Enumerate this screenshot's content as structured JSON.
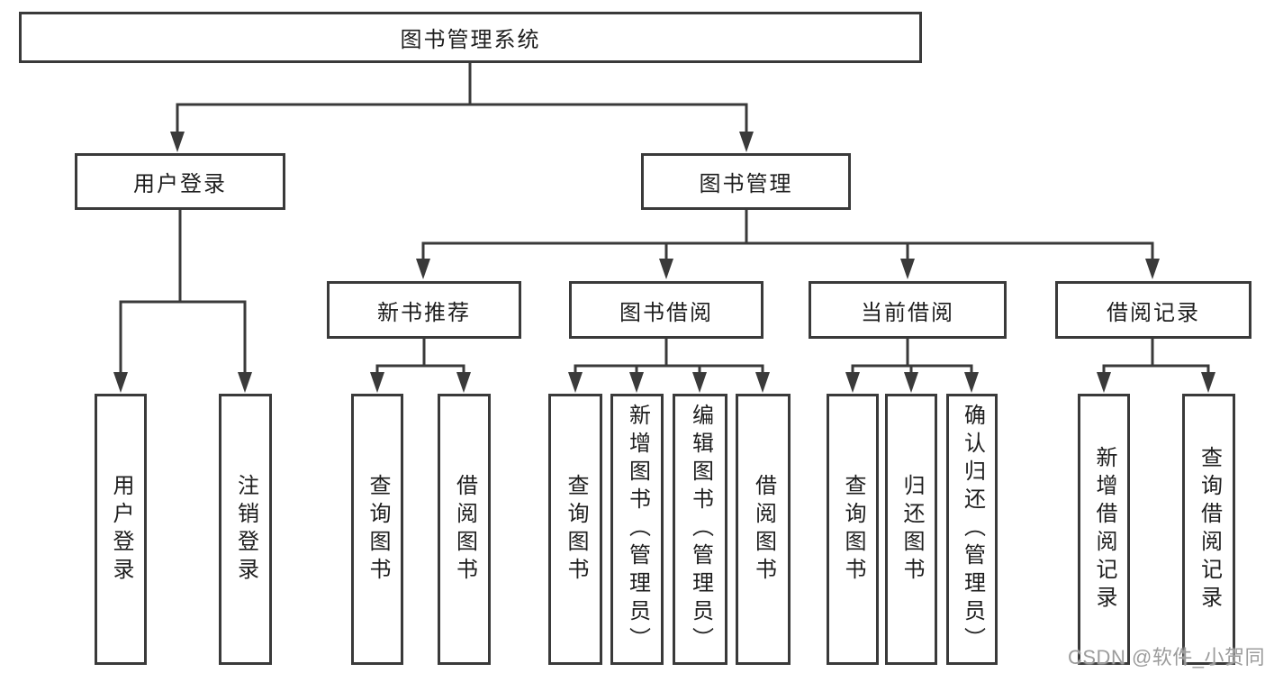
{
  "root": {
    "label": "图书管理系统"
  },
  "level2": [
    {
      "label": "用户登录"
    },
    {
      "label": "图书管理"
    }
  ],
  "level3": [
    {
      "label": "新书推荐"
    },
    {
      "label": "图书借阅"
    },
    {
      "label": "当前借阅"
    },
    {
      "label": "借阅记录"
    }
  ],
  "leaves": {
    "user_login": [
      {
        "label": "用户登录"
      },
      {
        "label": "注销登录"
      }
    ],
    "new_books": [
      {
        "label": "查询图书"
      },
      {
        "label": "借阅图书"
      }
    ],
    "book_borrow": [
      {
        "label": "查询图书"
      },
      {
        "label": "新增图书（管理员）"
      },
      {
        "label": "编辑图书（管理员）"
      },
      {
        "label": "借阅图书"
      }
    ],
    "current_borrow": [
      {
        "label": "查询图书"
      },
      {
        "label": "归还图书"
      },
      {
        "label": "确认归还（管理员）"
      }
    ],
    "borrow_records": [
      {
        "label": "新增借阅记录"
      },
      {
        "label": "查询借阅记录"
      }
    ]
  },
  "watermark": {
    "text": "CSDN @软件_小贺同学"
  },
  "colors": {
    "line": "#3a3a3a",
    "text": "#1e1e1e",
    "watermark": "#9c9c9c",
    "background": "#ffffff"
  }
}
